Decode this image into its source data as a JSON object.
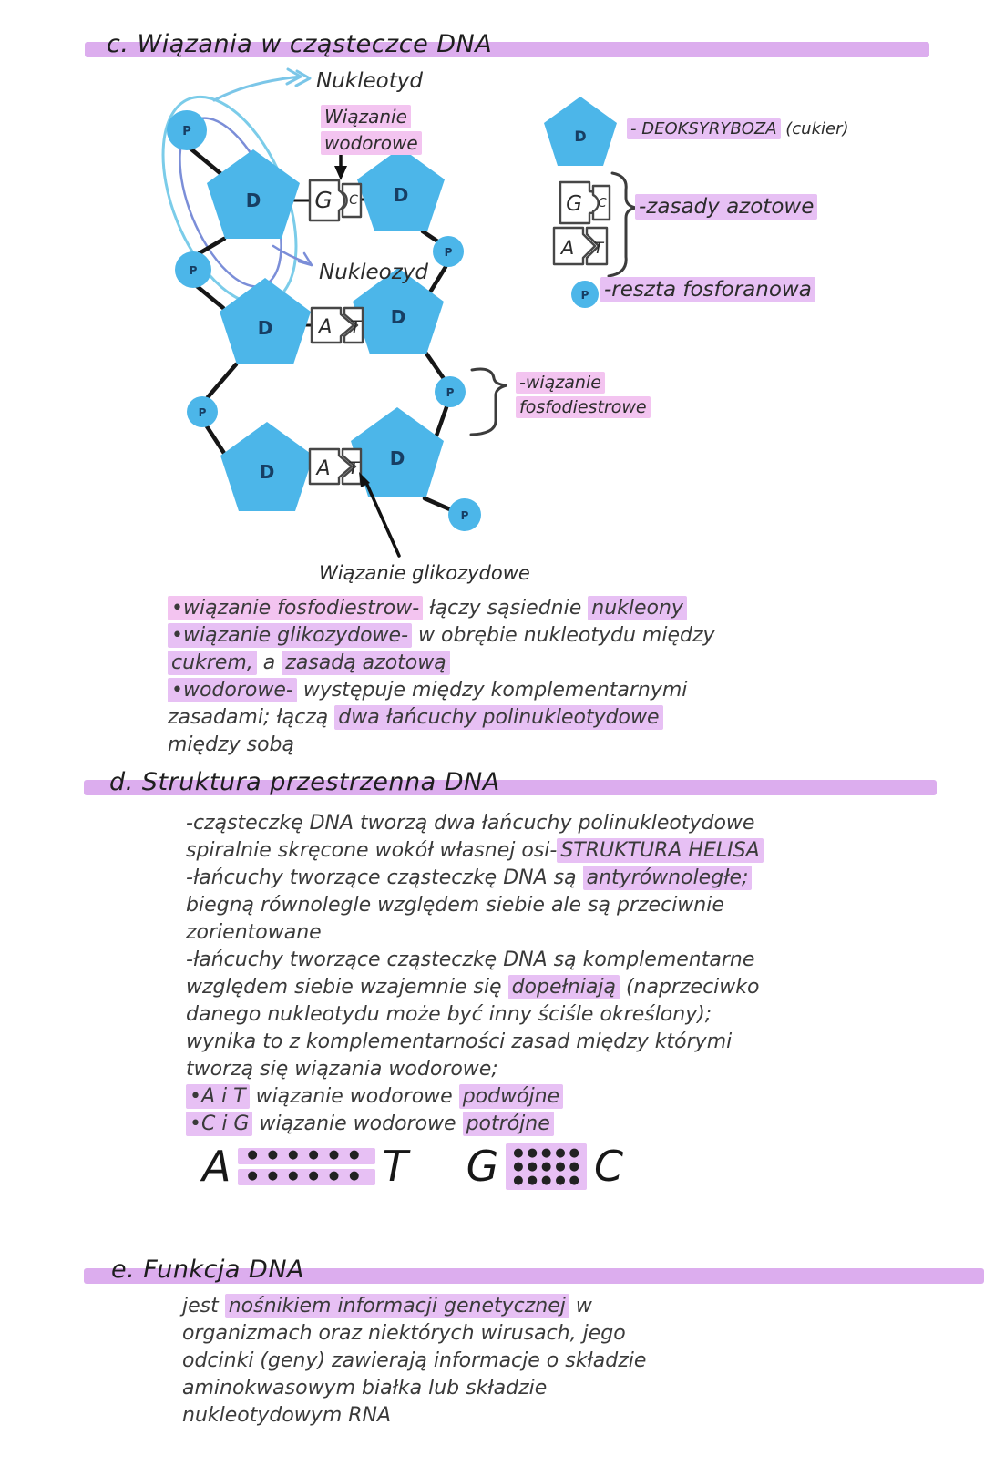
{
  "colors": {
    "bar": "#dcadee",
    "hl": "#e7c0f4",
    "hl2": "#f3c4f0",
    "blue": "#4cb6e9",
    "navy": "#173e63",
    "ink": "#3a3a3a"
  },
  "sections": {
    "c": {
      "title": "c. Wiązania w cząsteczce DNA",
      "bullets": [
        [
          {
            "t": "•wiązanie fosfodiestrow-",
            "h": 2
          },
          {
            "t": " łączy sąsiednie "
          },
          {
            "t": "nukleony",
            "h": 1
          }
        ],
        [
          {
            "t": "•wiązanie glikozydowe-",
            "h": 1
          },
          {
            "t": " w obrębie nukleotydu między"
          }
        ],
        [
          {
            "t": "cukrem,",
            "h": 1
          },
          {
            "t": " a "
          },
          {
            "t": "zasadą azotową",
            "h": 1
          }
        ],
        [
          {
            "t": "•wodorowe-",
            "h": 1
          },
          {
            "t": " występuje między komplementarnymi"
          }
        ],
        [
          {
            "t": "zasadami; łączą "
          },
          {
            "t": "dwa łańcuchy polinukleotydowe",
            "h": 1
          }
        ],
        [
          {
            "t": "między sobą"
          }
        ]
      ]
    },
    "d": {
      "title": "d. Struktura przestrzenna DNA",
      "lines": [
        [
          {
            "t": "-cząsteczkę DNA tworzą dwa łańcuchy polinukleotydowe"
          }
        ],
        [
          {
            "t": "spiralnie skręcone wokół własnej osi-"
          },
          {
            "t": "STRUKTURA HELISA",
            "h": 1
          }
        ],
        [
          {
            "t": "-łańcuchy tworzące cząsteczkę DNA są "
          },
          {
            "t": "antyrównoległe;",
            "h": 1
          }
        ],
        [
          {
            "t": "biegną równolegle względem siebie ale są przeciwnie"
          }
        ],
        [
          {
            "t": "zorientowane"
          }
        ],
        [
          {
            "t": "-łańcuchy tworzące cząsteczkę DNA są komplementarne"
          }
        ],
        [
          {
            "t": "względem siebie wzajemnie się "
          },
          {
            "t": "dopełniają",
            "h": 1
          },
          {
            "t": " (naprzeciwko"
          }
        ],
        [
          {
            "t": "danego nukleotydu może być inny ściśle określony);"
          }
        ],
        [
          {
            "t": "wynika to z komplementarności zasad między którymi"
          }
        ],
        [
          {
            "t": "tworzą się wiązania wodorowe;"
          }
        ],
        [
          {
            "t": "•A i T",
            "h": 1
          },
          {
            "t": " wiązanie wodorowe "
          },
          {
            "t": "podwójne",
            "h": 1
          }
        ],
        [
          {
            "t": "•C i G",
            "h": 1
          },
          {
            "t": " wiązanie wodorowe "
          },
          {
            "t": "potrójne",
            "h": 1
          }
        ]
      ]
    },
    "e": {
      "title": "e. Funkcja DNA",
      "lines": [
        [
          {
            "t": "jest "
          },
          {
            "t": "nośnikiem informacji genetycznej",
            "h": 1
          },
          {
            "t": " w"
          }
        ],
        [
          {
            "t": "organizmach oraz niektórych wirusach, jego"
          }
        ],
        [
          {
            "t": "odcinki (geny) zawierają informacje o składzie"
          }
        ],
        [
          {
            "t": "aminokwasowym białka lub składzie"
          }
        ],
        [
          {
            "t": "nukleotydowym RNA"
          }
        ]
      ]
    }
  },
  "diagram": {
    "letters": {
      "sugar": "D",
      "phosphate": "P",
      "g": "G",
      "c": "C",
      "a": "A",
      "t": "T"
    },
    "labels": {
      "nukleotyd": "Nukleotyd",
      "nukleozyd": "Nukleozyd",
      "hydrogen": [
        "Wiązanie",
        "wodorowe"
      ],
      "phosphodiester": [
        "-wiązanie",
        "fosfodiestrowe"
      ],
      "glycosidic": "Wiązanie glikozydowe"
    },
    "legend": {
      "sugar_hl": "- DEOKSYRYBOZA",
      "sugar_rest": " (cukier)",
      "bases": "-zasady azotowe",
      "phosphate": "-reszta fosforanowa"
    }
  },
  "pairs": {
    "at": {
      "left": "A",
      "right": "T",
      "rows": [
        "●●●●●●",
        "●●●●●●"
      ]
    },
    "gc": {
      "left": "G",
      "right": "C",
      "rows": [
        "●●●●●",
        "●●●●●",
        "●●●●●"
      ]
    }
  }
}
